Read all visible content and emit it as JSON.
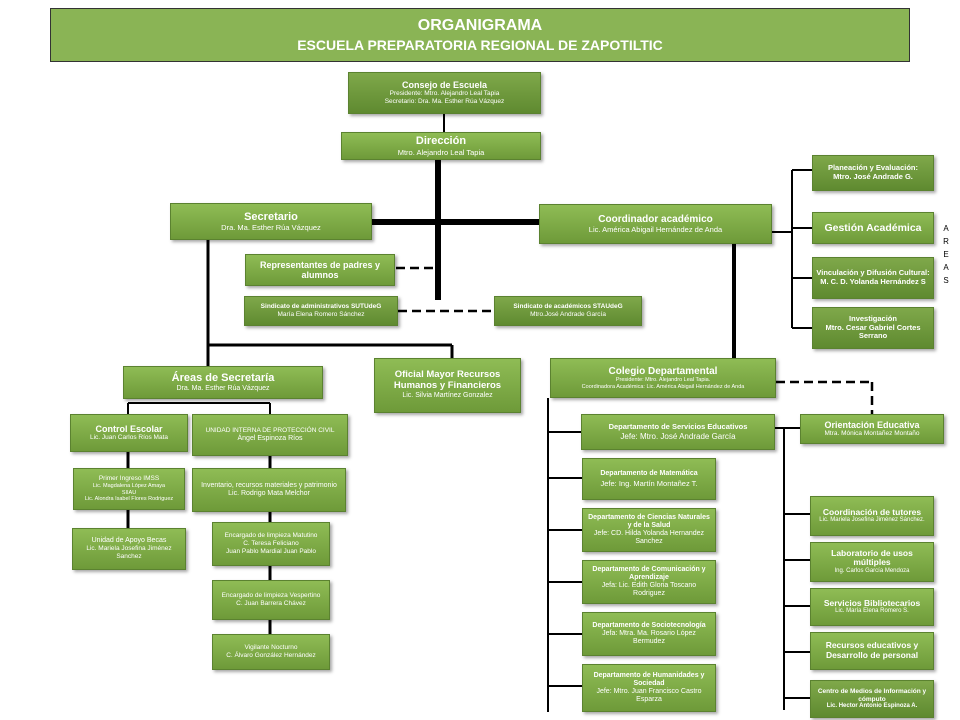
{
  "header": {
    "line1": "ORGANIGRAMA",
    "line2": "ESCUELA  PREPARATORIA  REGIONAL  DE  ZAPOTILTIC"
  },
  "consejo": {
    "title": "Consejo de Escuela",
    "president": "Presidente: Mtro. Alejandro Leal Tapia",
    "secretary": "Secretario: Dra. Ma. Esther Rúa Vázquez"
  },
  "direccion": {
    "title": "Dirección",
    "name": "Mtro. Alejandro  Leal Tapia"
  },
  "secretario": {
    "title": "Secretario",
    "name": "Dra. Ma. Esther Rúa Vázquez"
  },
  "coordinador": {
    "title": "Coordinador  académico",
    "name": "Lic. América  Abigail Hernández  de Anda"
  },
  "representantes": {
    "title": "Representantes de padres y alumnos"
  },
  "sindicato_admin": {
    "title": "Sindicato de administrativos SUTUdeG",
    "name": "María Elena  Romero Sánchez"
  },
  "sindicato_acad": {
    "title": "Sindicato de académicos STAUdeG",
    "name": "Mtro.José Andrade García"
  },
  "areas_secretaria": {
    "title": "Áreas de Secretaría",
    "name": "Dra. Ma. Esther Rúa Vázquez"
  },
  "oficial_mayor": {
    "title": "Oficial Mayor Recursos Humanos y Financieros",
    "name": "Lic. Silvia Martínez Gonzalez"
  },
  "colegio": {
    "title": "Colegio Departamental",
    "president": "Presidente: Mtro. Alejandro Leal Tapia.",
    "coord": "Coordinadora Académica: Lic. América Abigail Hernández de Anda"
  },
  "control_escolar": {
    "title": "Control Escolar",
    "name": "Lic. Juan Carlos Ríos Mata"
  },
  "primer_ingreso": {
    "title": "Primer Ingreso IMSS",
    "line2": "Lic. Magdalena López Amaya",
    "line3": "SIIAU",
    "line4": "Lic. Alondra Isabel Flores Rodriguez"
  },
  "apoyo_becas": {
    "title": "Unidad de Apoyo Becas",
    "name": "Lic. Mariela Josefina Jiménez Sanchez"
  },
  "proteccion_civil": {
    "title": "UNIDAD INTERNA DE PROTECCIÓN CIVIL",
    "name": "Ángel Espinoza Ríos"
  },
  "inventario": {
    "title": "Inventario, recursos materiales  y patrimonio",
    "name": "Lic. Rodrigo Mata Melchor"
  },
  "limpieza_matutino": {
    "title": "Encargado de limpieza Matutino",
    "line2": "C. Teresa Feliciano",
    "line3": "Juan Pablo Mardial Juan Pablo"
  },
  "limpieza_vespertino": {
    "title": "Encargado de limpieza Vespertino",
    "name": "C. Juan Barrera Chávez"
  },
  "vigilante": {
    "title": "Vigilante Nocturno",
    "name": "C. Álvaro González Hernández"
  },
  "planeacion": {
    "title": "Planeación  y Evaluación:",
    "name": "Mtro. José Andrade G."
  },
  "gestion": {
    "title": "Gestión Académica"
  },
  "vinculacion": {
    "title": "Vinculación  y Difusión Cultural:",
    "name": "M. C. D. Yolanda Hernández S"
  },
  "investigacion": {
    "title": "Investigación",
    "name": "Mtro. Cesar Gabriel Cortes Serrano"
  },
  "areas_label": [
    "A",
    "R",
    "E",
    "A",
    "S"
  ],
  "servicios_educativos": {
    "title": "Departamento de Servicios Educativos",
    "name": "Jefe: Mtro. José Andrade García"
  },
  "orientacion": {
    "title": "Orientación Educativa",
    "name": "Mtra. Mónica Montañez Montaño"
  },
  "matematica": {
    "title": "Departamento  de Matemática",
    "name": "Jefe: Ing. Martín Montañez T."
  },
  "ciencias": {
    "title": "Departamento  de Ciencias Naturales  y de la Salud",
    "name": "Jefe: CD. Hilda Yolanda Hernandez Sanchez"
  },
  "comunicacion": {
    "title": "Departamento  de Comunicación  y Aprendizaje",
    "name": "Jefa: Lic. Edith Gloria Toscano Rodriguez"
  },
  "sociotecnologia": {
    "title": "Departamento  de Sociotecnología",
    "name": "Jefa: Mtra. Ma. Rosario López Bermudez"
  },
  "humanidades": {
    "title": "Departamento  de Humanidades  y Sociedad",
    "name": "Jefe: Mtro. Juan Francisco Castro Esparza"
  },
  "tutores": {
    "title": "Coordinación de tutores",
    "name": "Lic. Mariela Josefina Jiménez Sánchez."
  },
  "laboratorio": {
    "title": "Laboratorio de usos múltiples",
    "name": "Ing. Carlos García Mendoza"
  },
  "bibliotecarios": {
    "title": "Servicios Bibliotecarios",
    "name": "Lic. María Elena Romero S."
  },
  "recursos_educativos": {
    "title": "Recursos educativos y Desarrollo de personal"
  },
  "centro_medios": {
    "title": "Centro de Medios de Información  y cómputo",
    "name": "Lic. Hector Antonio Espinoza A."
  }
}
